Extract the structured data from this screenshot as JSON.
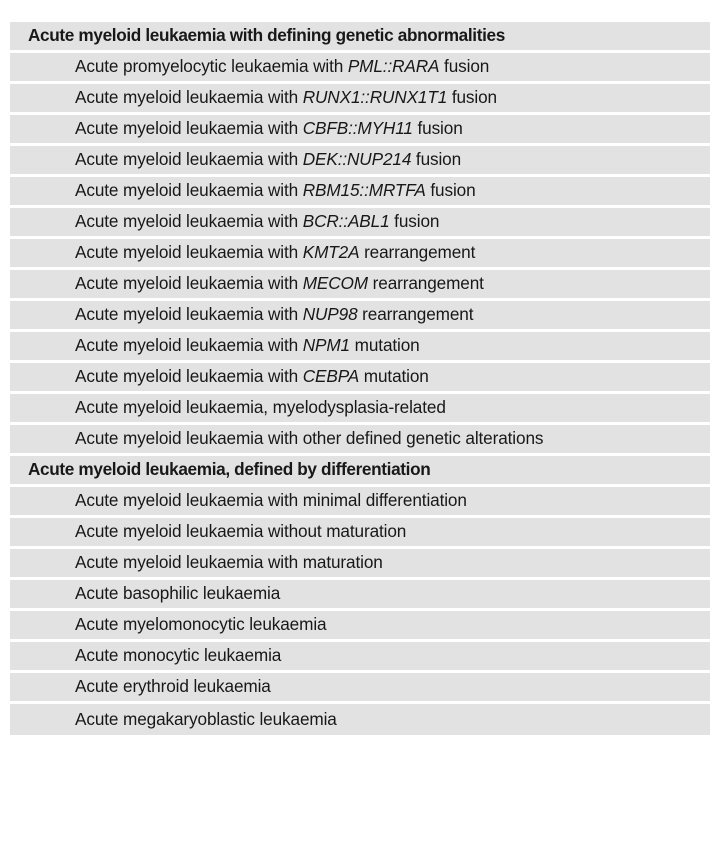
{
  "table": {
    "colors": {
      "page_background": "#ffffff",
      "row_background": "#e2e2e2",
      "row_separator": "#ffffff",
      "text": "#181818"
    },
    "rows": [
      {
        "kind": "group",
        "text": "Acute myeloid leukaemia with defining genetic abnormalities",
        "parts": [
          {
            "text": "Acute myeloid leukaemia with defining genetic abnormalities",
            "italic": false
          }
        ]
      },
      {
        "kind": "entity",
        "text": "Acute promyelocytic leukaemia with PML::RARA fusion",
        "parts": [
          {
            "text": "Acute promyelocytic leukaemia with ",
            "italic": false
          },
          {
            "text": "PML::RARA",
            "italic": true
          },
          {
            "text": " fusion",
            "italic": false
          }
        ]
      },
      {
        "kind": "entity",
        "text": "Acute myeloid leukaemia with RUNX1::RUNX1T1 fusion",
        "parts": [
          {
            "text": "Acute myeloid leukaemia with ",
            "italic": false
          },
          {
            "text": "RUNX1::RUNX1T1",
            "italic": true
          },
          {
            "text": " fusion",
            "italic": false
          }
        ]
      },
      {
        "kind": "entity",
        "text": "Acute myeloid leukaemia with CBFB::MYH11 fusion",
        "parts": [
          {
            "text": "Acute myeloid leukaemia with ",
            "italic": false
          },
          {
            "text": "CBFB::MYH11",
            "italic": true
          },
          {
            "text": " fusion",
            "italic": false
          }
        ]
      },
      {
        "kind": "entity",
        "text": "Acute myeloid leukaemia with DEK::NUP214 fusion",
        "parts": [
          {
            "text": "Acute myeloid leukaemia with ",
            "italic": false
          },
          {
            "text": "DEK::NUP214",
            "italic": true
          },
          {
            "text": " fusion",
            "italic": false
          }
        ]
      },
      {
        "kind": "entity",
        "text": "Acute myeloid leukaemia with RBM15::MRTFA fusion",
        "parts": [
          {
            "text": "Acute myeloid leukaemia with ",
            "italic": false
          },
          {
            "text": "RBM15::MRTFA",
            "italic": true
          },
          {
            "text": " fusion",
            "italic": false
          }
        ]
      },
      {
        "kind": "entity",
        "text": "Acute myeloid leukaemia with BCR::ABL1 fusion",
        "parts": [
          {
            "text": "Acute myeloid leukaemia with ",
            "italic": false
          },
          {
            "text": "BCR::ABL1",
            "italic": true
          },
          {
            "text": " fusion",
            "italic": false
          }
        ]
      },
      {
        "kind": "entity",
        "text": "Acute myeloid leukaemia with KMT2A rearrangement",
        "parts": [
          {
            "text": "Acute myeloid leukaemia with ",
            "italic": false
          },
          {
            "text": "KMT2A",
            "italic": true
          },
          {
            "text": " rearrangement",
            "italic": false
          }
        ]
      },
      {
        "kind": "entity",
        "text": "Acute myeloid leukaemia with MECOM rearrangement",
        "parts": [
          {
            "text": "Acute myeloid leukaemia with ",
            "italic": false
          },
          {
            "text": "MECOM",
            "italic": true
          },
          {
            "text": " rearrangement",
            "italic": false
          }
        ]
      },
      {
        "kind": "entity",
        "text": "Acute myeloid leukaemia with NUP98 rearrangement",
        "parts": [
          {
            "text": "Acute myeloid leukaemia with ",
            "italic": false
          },
          {
            "text": "NUP98",
            "italic": true
          },
          {
            "text": " rearrangement",
            "italic": false
          }
        ]
      },
      {
        "kind": "entity",
        "text": "Acute myeloid leukaemia with NPM1 mutation",
        "parts": [
          {
            "text": "Acute myeloid leukaemia with ",
            "italic": false
          },
          {
            "text": "NPM1",
            "italic": true
          },
          {
            "text": " mutation",
            "italic": false
          }
        ]
      },
      {
        "kind": "entity",
        "text": "Acute myeloid leukaemia with CEBPA mutation",
        "parts": [
          {
            "text": "Acute myeloid leukaemia with ",
            "italic": false
          },
          {
            "text": "CEBPA",
            "italic": true
          },
          {
            "text": " mutation",
            "italic": false
          }
        ]
      },
      {
        "kind": "entity",
        "text": "Acute myeloid leukaemia, myelodysplasia-related",
        "parts": [
          {
            "text": "Acute myeloid leukaemia, myelodysplasia-related",
            "italic": false
          }
        ]
      },
      {
        "kind": "entity",
        "text": "Acute myeloid leukaemia with other defined genetic alterations",
        "parts": [
          {
            "text": "Acute myeloid leukaemia with other defined genetic alterations",
            "italic": false
          }
        ]
      },
      {
        "kind": "group",
        "text": "Acute myeloid leukaemia, defined by differentiation",
        "parts": [
          {
            "text": "Acute myeloid leukaemia, defined by differentiation",
            "italic": false
          }
        ]
      },
      {
        "kind": "entity",
        "text": "Acute myeloid leukaemia with minimal differentiation",
        "parts": [
          {
            "text": "Acute myeloid leukaemia with minimal differentiation",
            "italic": false
          }
        ]
      },
      {
        "kind": "entity",
        "text": "Acute myeloid leukaemia without maturation",
        "parts": [
          {
            "text": "Acute myeloid leukaemia without maturation",
            "italic": false
          }
        ]
      },
      {
        "kind": "entity",
        "text": "Acute myeloid leukaemia with maturation",
        "parts": [
          {
            "text": "Acute myeloid leukaemia with maturation",
            "italic": false
          }
        ]
      },
      {
        "kind": "entity",
        "text": "Acute basophilic leukaemia",
        "parts": [
          {
            "text": "Acute basophilic leukaemia",
            "italic": false
          }
        ]
      },
      {
        "kind": "entity",
        "text": "Acute myelomonocytic leukaemia",
        "parts": [
          {
            "text": "Acute myelomonocytic leukaemia",
            "italic": false
          }
        ]
      },
      {
        "kind": "entity",
        "text": "Acute monocytic leukaemia",
        "parts": [
          {
            "text": "Acute monocytic leukaemia",
            "italic": false
          }
        ]
      },
      {
        "kind": "entity",
        "text": "Acute erythroid leukaemia",
        "parts": [
          {
            "text": "Acute erythroid leukaemia",
            "italic": false
          }
        ]
      },
      {
        "kind": "entity",
        "text": "Acute megakaryoblastic leukaemia",
        "parts": [
          {
            "text": "Acute megakaryoblastic leukaemia",
            "italic": false
          }
        ]
      }
    ]
  }
}
